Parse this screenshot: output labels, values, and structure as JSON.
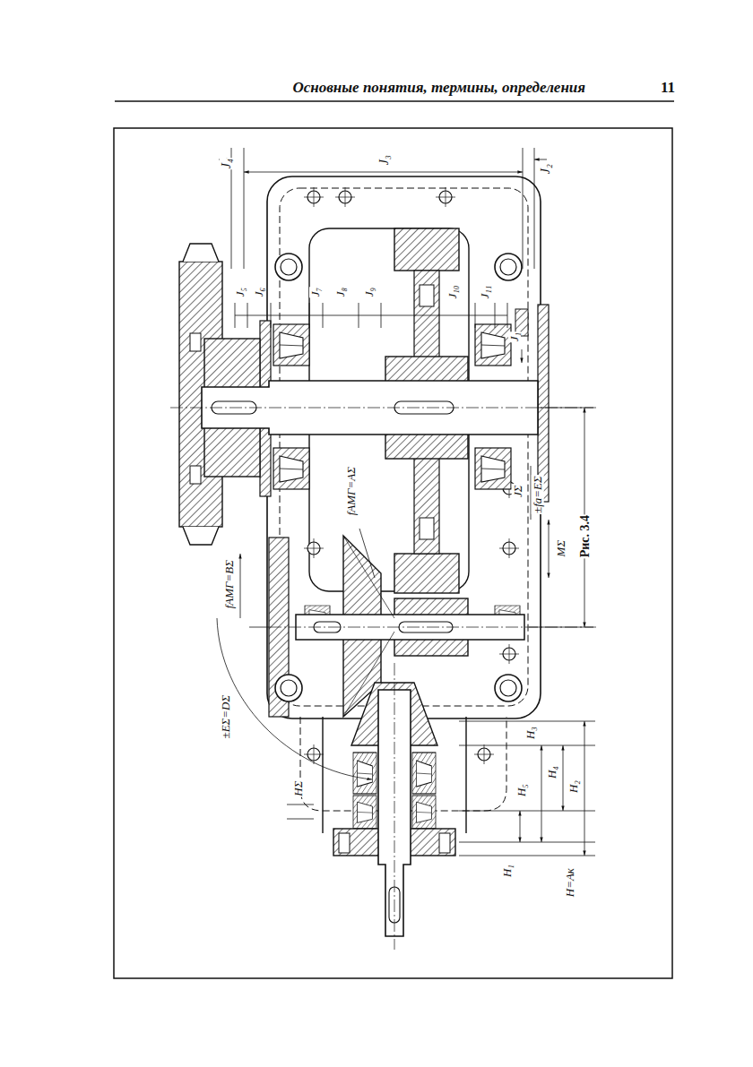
{
  "diagram": {
    "title": "Основные понятия, термины, определения",
    "caption": "Рис. 3.4",
    "labels": [
      "11",
      "J₄",
      "J₃",
      "J₂",
      "J₅",
      "J₆",
      "J₇",
      "J₈",
      "J₉",
      "J₁₀",
      "J₁₁",
      "J₁",
      "fAMΓ=BΣ",
      "fAMΓ=AΣ",
      "±EΣ=DΣ",
      "JΣ",
      "±fa=EΣ",
      "MΣ",
      "HΣ",
      "H₁",
      "H=Aк",
      "H₅",
      "H₄",
      "H₃",
      "H₂"
    ]
  }
}
